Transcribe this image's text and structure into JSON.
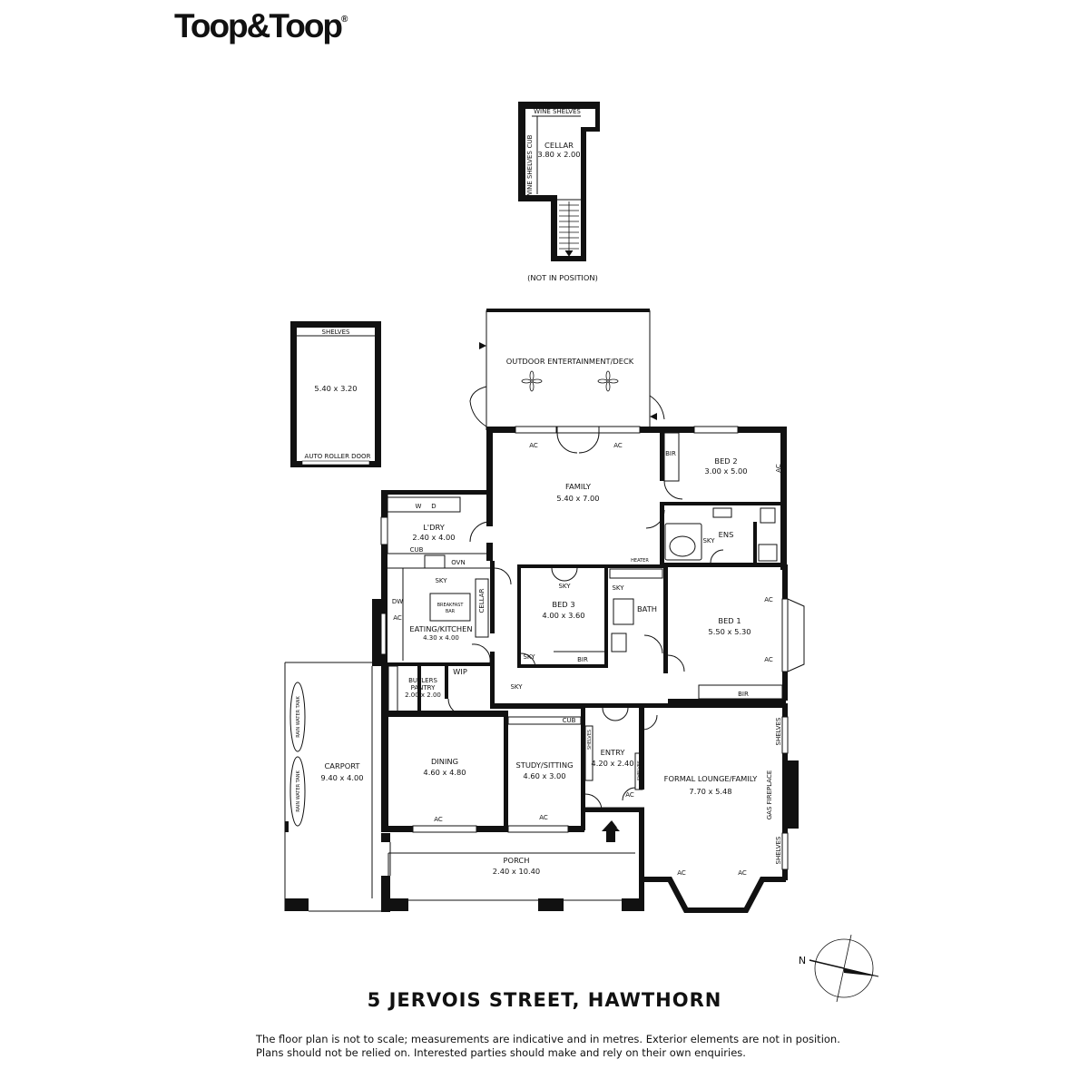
{
  "brand": {
    "logo_text": "Toop&Toop",
    "registered_mark": "®"
  },
  "address": "5 JERVOIS STREET, HAWTHORN",
  "disclaimer": {
    "line1": "The floor plan is not to scale; measurements are indicative and in metres. Exterior elements are not in position.",
    "line2": "Plans should not be relied on. Interested parties should make and rely on their own enquiries."
  },
  "compass": {
    "north_label": "N"
  },
  "cellar": {
    "title": "CELLAR",
    "dims": "3.80 x 2.00",
    "wine_shelves_top": "WINE SHELVES",
    "wine_shelves_side": "WINE SHELVES",
    "cub": "CUB",
    "note": "(NOT IN POSITION)"
  },
  "shed": {
    "dims": "5.40 x 3.20",
    "shelves": "SHELVES",
    "door": "AUTO ROLLER DOOR"
  },
  "rooms": {
    "outdoor": {
      "name": "OUTDOOR ENTERTAINMENT/DECK"
    },
    "family": {
      "name": "FAMILY",
      "dims": "5.40 x 7.00"
    },
    "bed2": {
      "name": "BED 2",
      "dims": "3.00 x 5.00"
    },
    "ens": {
      "name": "ENS"
    },
    "laundry": {
      "name": "L'DRY",
      "dims": "2.40 x 4.00"
    },
    "kitchen": {
      "name": "EATING/KITCHEN",
      "dims": "4.30 x 4.00"
    },
    "bed3": {
      "name": "BED 3",
      "dims": "4.00 x 3.60"
    },
    "bath": {
      "name": "BATH"
    },
    "bed1": {
      "name": "BED 1",
      "dims": "5.50 x 5.30"
    },
    "butlers": {
      "name_line1": "BUTLERS",
      "name_line2": "PANTRY",
      "dims": "2.00 x 2.00"
    },
    "wip": {
      "name": "WIP"
    },
    "carport": {
      "name": "CARPORT",
      "dims": "9.40 x 4.00"
    },
    "dining": {
      "name": "DINING",
      "dims": "4.60 x 4.80"
    },
    "study": {
      "name": "STUDY/SITTING",
      "dims": "4.60 x 3.00"
    },
    "entry": {
      "name": "ENTRY",
      "dims": "4.20 x 2.40"
    },
    "lounge": {
      "name": "FORMAL LOUNGE/FAMILY",
      "dims": "7.70 x 5.48"
    },
    "porch": {
      "name": "PORCH",
      "dims": "2.40 x 10.40"
    }
  },
  "fixtures": {
    "ac": "AC",
    "bir": "BIR",
    "sky": "SKY",
    "cub": "CUB",
    "ovn": "OVN",
    "dw": "DW",
    "w": "W",
    "d": "D",
    "cellar_label": "CELLAR",
    "breakfast_bar_line1": "BREAKFAST",
    "breakfast_bar_line2": "BAR",
    "heater": "HEATER",
    "shelves": "SHELVES",
    "gas_fireplace": "GAS FIREPLACE",
    "rain_water_tank": "RAIN WATER TANK"
  }
}
